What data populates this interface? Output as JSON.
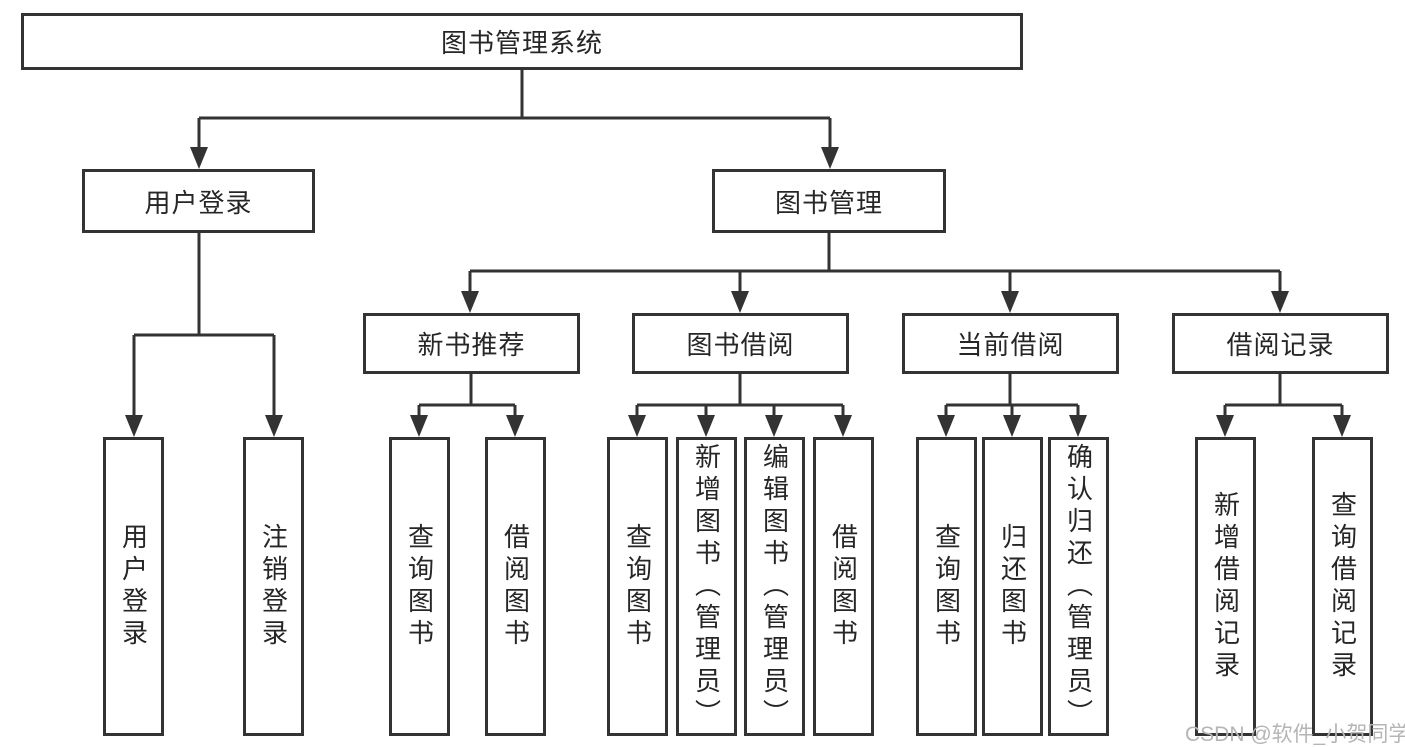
{
  "tree": {
    "root": {
      "label": "图书管理系统",
      "children": [
        {
          "label": "用户登录",
          "children": [
            {
              "label": "用户登录"
            },
            {
              "label": "注销登录"
            }
          ]
        },
        {
          "label": "图书管理",
          "children": [
            {
              "label": "新书推荐",
              "children": [
                {
                  "label": "查询图书"
                },
                {
                  "label": "借阅图书"
                }
              ]
            },
            {
              "label": "图书借阅",
              "children": [
                {
                  "label": "查询图书"
                },
                {
                  "label": "新增图书（管理员）"
                },
                {
                  "label": "编辑图书（管理员）"
                },
                {
                  "label": "借阅图书"
                }
              ]
            },
            {
              "label": "当前借阅",
              "children": [
                {
                  "label": "查询图书"
                },
                {
                  "label": "归还图书"
                },
                {
                  "label": "确认归还（管理员）"
                }
              ]
            },
            {
              "label": "借阅记录",
              "children": [
                {
                  "label": "新增借阅记录"
                },
                {
                  "label": "查询借阅记录"
                }
              ]
            }
          ]
        }
      ]
    }
  },
  "watermark": {
    "text": "CSDN @软件_小贺同学"
  },
  "colors": {
    "line": "#333333",
    "border": "#333333",
    "text": "#262626",
    "watermark": "#b5b5b5",
    "background": "#ffffff"
  }
}
